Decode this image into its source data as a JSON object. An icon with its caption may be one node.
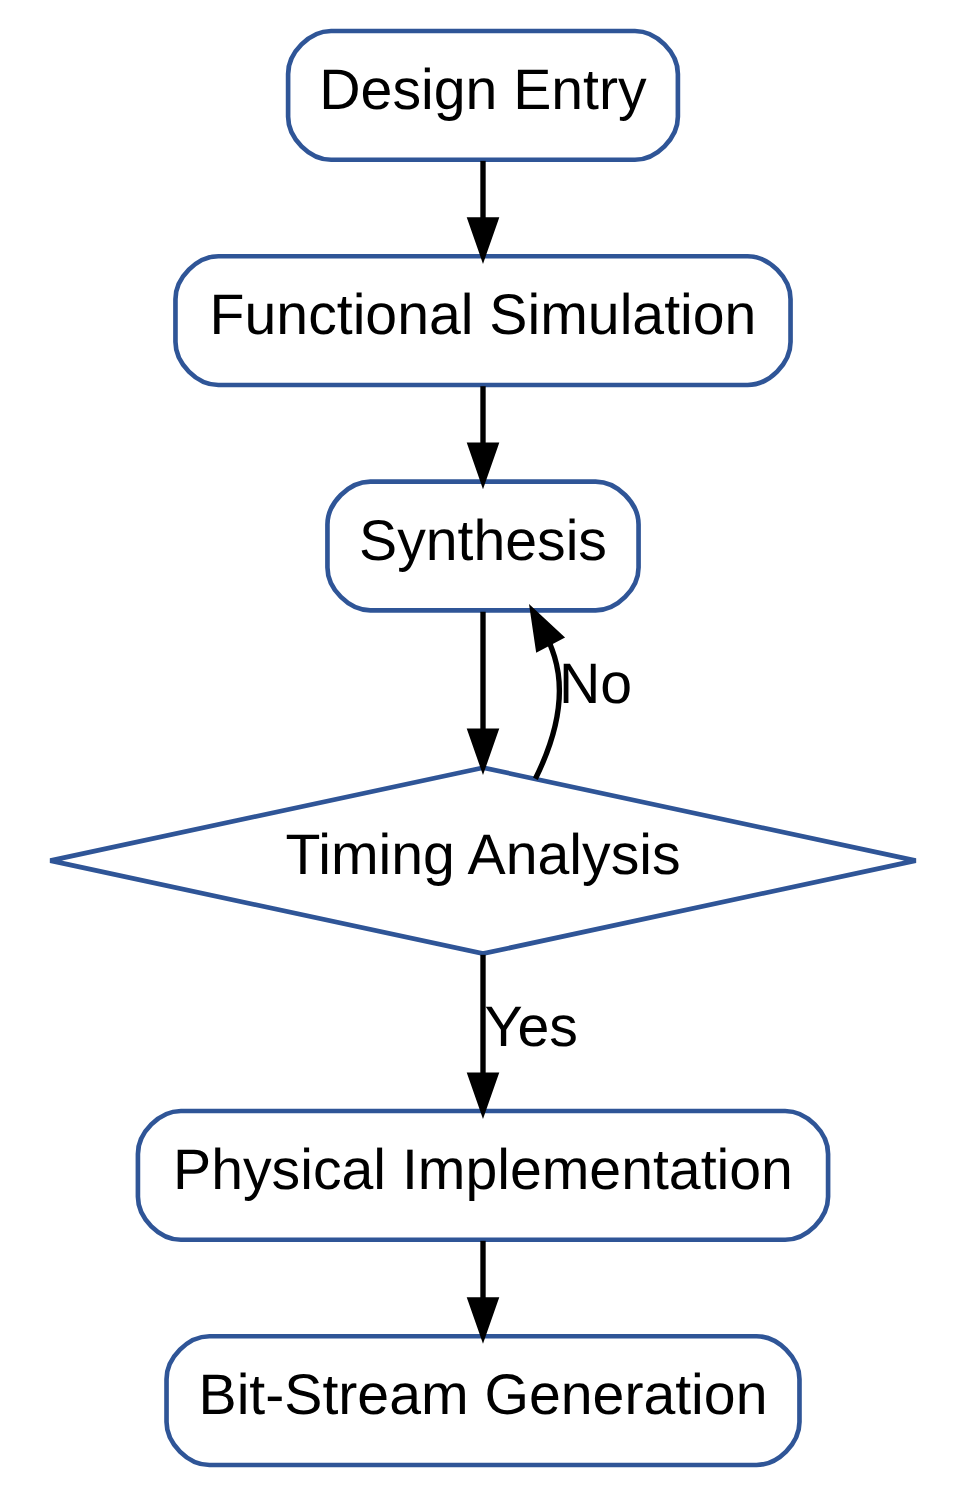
{
  "diagram": {
    "nodes": [
      {
        "text": [
          "Design Entry"
        ]
      },
      {
        "text": [
          "Functional Simulation"
        ]
      },
      {
        "text": [
          "Synthesis"
        ]
      },
      {
        "text": [
          "Timing Analysis"
        ]
      },
      {
        "text": [
          "Physical Implementation"
        ]
      },
      {
        "text": [
          "Bit-Stream Generation"
        ]
      }
    ],
    "edges": [
      {
        "from": 0,
        "to": 1,
        "arrow": "to"
      },
      {
        "from": 1,
        "to": 2,
        "arrow": "to"
      },
      {
        "from": 2,
        "to": 3,
        "arrow": "to"
      },
      {
        "from": 3,
        "to": 2,
        "arrow": "to",
        "label": "No"
      },
      {
        "from": 3,
        "to": 4,
        "arrow": "to",
        "label": "Yes"
      },
      {
        "from": 4,
        "to": 5,
        "arrow": "to"
      }
    ]
  }
}
